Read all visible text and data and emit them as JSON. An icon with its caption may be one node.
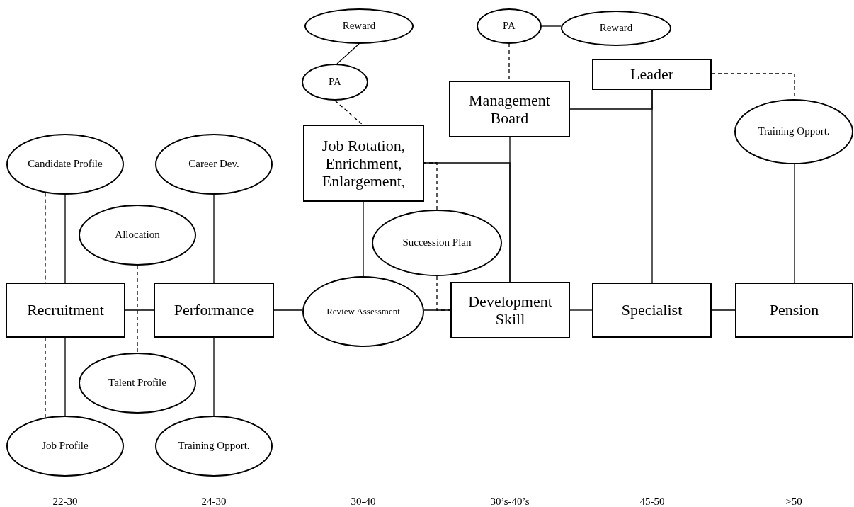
{
  "diagram": {
    "nodes": [
      {
        "text": [
          "Recruitment"
        ]
      },
      {
        "text": [
          "Performance"
        ]
      },
      {
        "text": [
          "Candidate Profile"
        ]
      },
      {
        "text": [
          "Career Dev."
        ]
      },
      {
        "text": [
          "Allocation"
        ]
      },
      {
        "text": [
          "Talent Profile"
        ]
      },
      {
        "text": [
          "Job Profile"
        ]
      },
      {
        "text": [
          "Training Opport."
        ]
      },
      {
        "text": [
          "Review Assessment"
        ]
      },
      {
        "text": [
          "Succession Plan"
        ]
      },
      {
        "text": [
          "Job Rotation, Enrichment, Enlargement,"
        ]
      },
      {
        "text": [
          "PA"
        ]
      },
      {
        "text": [
          "Reward"
        ]
      },
      {
        "text": [
          "Management Board"
        ]
      },
      {
        "text": [
          "PA"
        ]
      },
      {
        "text": [
          "Reward"
        ]
      },
      {
        "text": [
          "Development Skill"
        ]
      },
      {
        "text": [
          "Leader"
        ]
      },
      {
        "text": [
          "Specialist"
        ]
      },
      {
        "text": [
          "Training Opport."
        ]
      },
      {
        "text": [
          "Pension"
        ]
      }
    ],
    "edges": [
      {
        "from": 2,
        "to": 0,
        "arrow": "none"
      },
      {
        "from": 2,
        "to": 0,
        "arrow": "none",
        "style": "dashed"
      },
      {
        "from": 0,
        "to": 6,
        "arrow": "none"
      },
      {
        "from": 0,
        "to": 6,
        "arrow": "none",
        "style": "dashed"
      },
      {
        "from": 0,
        "to": 1,
        "arrow": "none"
      },
      {
        "from": 4,
        "to": 5,
        "arrow": "none",
        "style": "dashed"
      },
      {
        "from": 3,
        "to": 1,
        "arrow": "none"
      },
      {
        "from": 1,
        "to": 7,
        "arrow": "none"
      },
      {
        "from": 1,
        "to": 8,
        "arrow": "none"
      },
      {
        "from": 8,
        "to": 16,
        "arrow": "none"
      },
      {
        "from": 10,
        "to": 8,
        "arrow": "none"
      },
      {
        "from": 9,
        "to": 10,
        "arrow": "none",
        "style": "dashed"
      },
      {
        "from": 9,
        "to": 16,
        "arrow": "none",
        "style": "dashed"
      },
      {
        "from": 10,
        "to": 16,
        "arrow": "none"
      },
      {
        "from": 13,
        "to": 16,
        "arrow": "none"
      },
      {
        "from": 12,
        "to": 11,
        "arrow": "none"
      },
      {
        "from": 11,
        "to": 10,
        "arrow": "none",
        "style": "dashed"
      },
      {
        "from": 14,
        "to": 13,
        "arrow": "none",
        "style": "dashed"
      },
      {
        "from": 14,
        "to": 15,
        "arrow": "none"
      },
      {
        "from": 13,
        "to": 17,
        "arrow": "none"
      },
      {
        "from": 17,
        "to": 18,
        "arrow": "none"
      },
      {
        "from": 17,
        "to": 19,
        "arrow": "none",
        "style": "dashed"
      },
      {
        "from": 19,
        "to": 20,
        "arrow": "none"
      },
      {
        "from": 16,
        "to": 18,
        "arrow": "none"
      },
      {
        "from": 18,
        "to": 20,
        "arrow": "none"
      }
    ],
    "labels": [
      "22-30",
      "24-30",
      "30-40",
      "30’s-40’s",
      "45-50",
      ">50"
    ]
  }
}
